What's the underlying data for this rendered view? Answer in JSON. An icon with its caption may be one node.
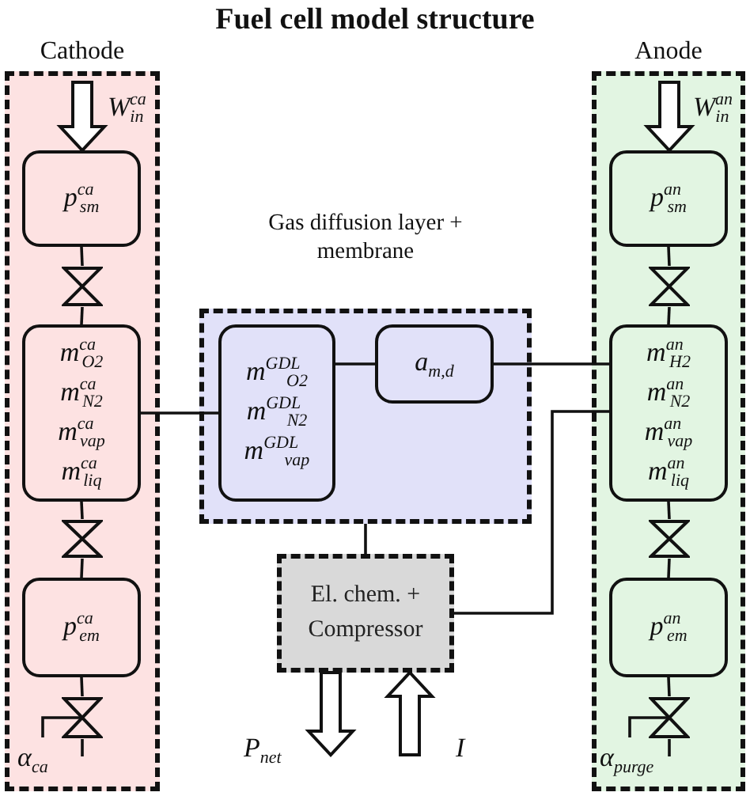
{
  "diagram": {
    "title": "Fuel cell model structure",
    "nodes": [
      {
        "text": [
          "Cathode"
        ]
      },
      {
        "text": [
          "p$^{ca}$$_{sm}$"
        ],
        "in": 0
      },
      {
        "text": [],
        "shape": "valve",
        "in": 0
      },
      {
        "text": [
          "m$^{ca}$$_{O2}$",
          "m$^{ca}$$_{N2}$",
          "m$^{ca}$$_{vap}$",
          "m$^{ca}$$_{liq}$"
        ],
        "in": 0
      },
      {
        "text": [],
        "shape": "valve",
        "in": 0
      },
      {
        "text": [
          "p$^{ca}$$_{em}$"
        ],
        "in": 0
      },
      {
        "text": [],
        "shape": "valve",
        "in": 0
      },
      {
        "text": [
          "Gas diffusion layer + membrane"
        ]
      },
      {
        "text": [
          "m$^{GDL}$$_{O2}$",
          "m$^{GDL}$$_{N2}$",
          "m$^{GDL}$$_{vap}$"
        ],
        "in": 7
      },
      {
        "text": [
          "a$_{m,d}$"
        ],
        "in": 7
      },
      {
        "text": [
          "El. chem. + Compressor"
        ]
      },
      {
        "text": [
          "Anode"
        ]
      },
      {
        "text": [
          "p$^{an}$$_{sm}$"
        ],
        "in": 11
      },
      {
        "text": [],
        "shape": "valve",
        "in": 11
      },
      {
        "text": [
          "m$^{an}$$_{H2}$",
          "m$^{an}$$_{N2}$",
          "m$^{an}$$_{vap}$",
          "m$^{an}$$_{liq}$"
        ],
        "in": 11
      },
      {
        "text": [],
        "shape": "valve",
        "in": 11
      },
      {
        "text": [
          "p$^{an}$$_{em}$"
        ],
        "in": 11
      },
      {
        "text": [],
        "shape": "valve",
        "in": 11
      }
    ],
    "edges": [
      {
        "from": null,
        "to": 1,
        "arrow": "to",
        "style": "thick",
        "label": "W$_{in}$$^{ca}$"
      },
      {
        "from": 1,
        "to": 2,
        "arrow": "none"
      },
      {
        "from": 2,
        "to": 3,
        "arrow": "none"
      },
      {
        "from": 3,
        "to": 4,
        "arrow": "none"
      },
      {
        "from": 4,
        "to": 5,
        "arrow": "none"
      },
      {
        "from": 5,
        "to": 6,
        "arrow": "none"
      },
      {
        "from": 6,
        "to": null,
        "arrow": "none"
      },
      {
        "from": null,
        "to": 6,
        "arrow": "none",
        "label": "α$_{ca}$"
      },
      {
        "from": 3,
        "to": 8,
        "arrow": "none"
      },
      {
        "from": 8,
        "to": 9,
        "arrow": "none"
      },
      {
        "from": 9,
        "to": 14,
        "arrow": "none"
      },
      {
        "from": 7,
        "to": 10,
        "arrow": "none"
      },
      {
        "from": 10,
        "to": 14,
        "arrow": "none"
      },
      {
        "from": null,
        "to": 12,
        "arrow": "to",
        "style": "thick",
        "label": "W$_{in}$$^{an}$"
      },
      {
        "from": 12,
        "to": 13,
        "arrow": "none"
      },
      {
        "from": 13,
        "to": 14,
        "arrow": "none"
      },
      {
        "from": 14,
        "to": 15,
        "arrow": "none"
      },
      {
        "from": 15,
        "to": 16,
        "arrow": "none"
      },
      {
        "from": 16,
        "to": 17,
        "arrow": "none"
      },
      {
        "from": 17,
        "to": null,
        "arrow": "none"
      },
      {
        "from": null,
        "to": 17,
        "arrow": "none",
        "label": "α$_{purge}$"
      },
      {
        "from": 10,
        "to": null,
        "arrow": "to",
        "style": "thick",
        "label": "P$_{net}$"
      },
      {
        "from": null,
        "to": 10,
        "arrow": "to",
        "style": "thick",
        "label": "I"
      }
    ]
  }
}
